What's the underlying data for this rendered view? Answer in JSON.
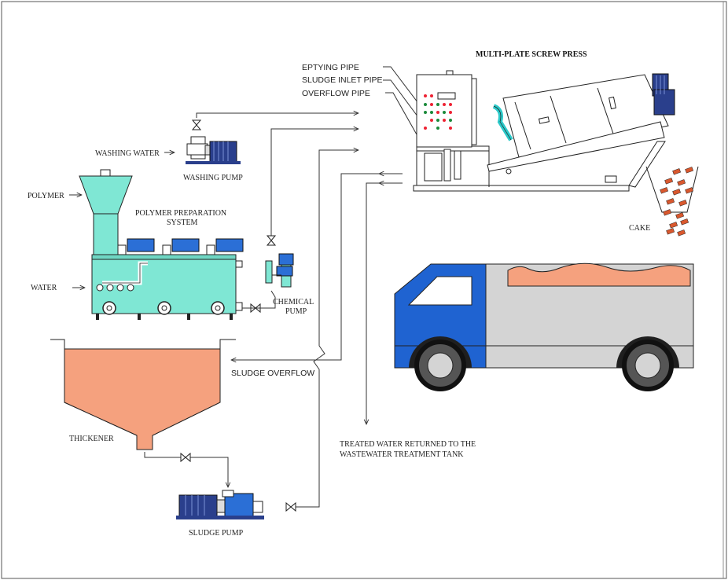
{
  "title": "MULTI-PLATE SCREW PRESS",
  "labels": {
    "emptying_pipe": "EPTYING PIPE",
    "sludge_inlet_pipe": "SLUDGE INLET PIPE",
    "overflow_pipe": "OVERFLOW PIPE",
    "washing_water": "WASHING WATER",
    "washing_pump": "WASHING PUMP",
    "polymer": "POLYMER",
    "polymer_prep_line1": "POLYMER PREPARATION",
    "polymer_prep_line2": "SYSTEM",
    "water": "WATER",
    "chemical_pump_line1": "CHEMICAL",
    "chemical_pump_line2": "PUMP",
    "cake": "CAKE",
    "sludge_overflow": "SLUDGE OVERFLOW",
    "thickener": "THICKENER",
    "treated_water_line1": "TREATED WATER RETURNED TO THE",
    "treated_water_line2": "WASTEWATER TREATMENT TANK",
    "sludge_pump": "SLUDGE PUMP"
  },
  "colors": {
    "tank": "#7fe7d4",
    "pump_blue": "#2b6fd6",
    "motor": "#2a3f8c",
    "sludge": "#f5a17e",
    "truck_cab": "#1f63d1",
    "truck_body": "#d4d4d4",
    "cake": "#d9582e"
  }
}
